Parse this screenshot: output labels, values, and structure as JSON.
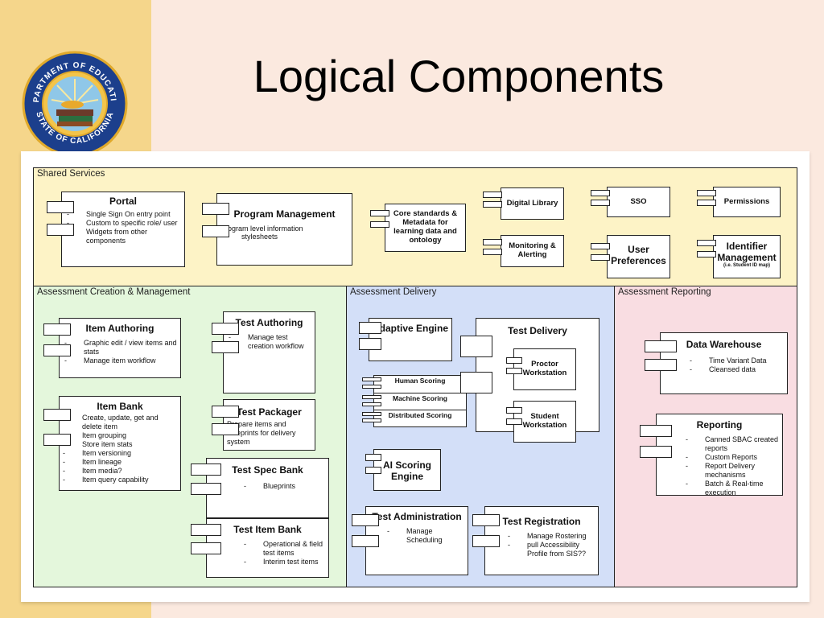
{
  "slide_title": "Logical Components",
  "seal": {
    "top_text": "DEPARTMENT OF EDUCATION",
    "bottom_text": "STATE OF CALIFORNIA"
  },
  "regions": {
    "shared": "Shared Services",
    "creation": "Assessment Creation & Management",
    "delivery": "Assessment Delivery",
    "reporting": "Assessment Reporting"
  },
  "shared": {
    "portal": {
      "title": "Portal",
      "items": [
        "Single Sign On entry point",
        "Custom to specific role/ user",
        "Widgets from other components"
      ]
    },
    "program": {
      "title": "Program Management",
      "desc": "Program level information",
      "items": [
        "stylesheets"
      ]
    },
    "core": {
      "title": "Core standards & Metadata for learning data and ontology"
    },
    "digital_library": "Digital Library",
    "monitoring": "Monitoring & Alerting",
    "sso": "SSO",
    "user_prefs": "User Preferences",
    "permissions": "Permissions",
    "identifier": {
      "title": "Identifier Management",
      "sub": "(i.e. Student ID map)"
    }
  },
  "creation": {
    "item_authoring": {
      "title": "Item Authoring",
      "items": [
        "Graphic edit / view items and stats",
        "Manage item workflow"
      ]
    },
    "test_authoring": {
      "title": "Test Authoring",
      "items": [
        "Manage test creation workflow"
      ]
    },
    "item_bank": {
      "title": "Item Bank",
      "items": [
        "Create, update, get and delete item",
        "Item grouping",
        "Store item stats",
        "Item versioning",
        "Item lineage",
        "Item media?",
        "Item query capability"
      ]
    },
    "test_packager": {
      "title": "Test Packager",
      "desc": "Prepare items and blueprints for delivery system"
    },
    "test_spec_bank": {
      "title": "Test Spec Bank",
      "items": [
        "Blueprints"
      ]
    },
    "test_item_bank": {
      "title": "Test Item Bank",
      "items": [
        "Operational & field test items",
        "Interim test items"
      ]
    }
  },
  "delivery": {
    "adaptive": "Adaptive Engine",
    "human_scoring": "Human Scoring",
    "machine_scoring": "Machine Scoring",
    "distributed_scoring": "Distributed Scoring",
    "ai_scoring": "AI Scoring Engine",
    "test_delivery": "Test Delivery",
    "proctor": "Proctor Workstation",
    "student": "Student Workstation",
    "test_admin": {
      "title": "Test Administration",
      "items": [
        "Manage Scheduling"
      ]
    },
    "test_reg": {
      "title": "Test Registration",
      "items": [
        "Manage Rostering",
        "pull Accessibility Profile from SIS??"
      ]
    }
  },
  "reporting": {
    "warehouse": {
      "title": "Data Warehouse",
      "items": [
        "Time Variant Data",
        "Cleansed data"
      ]
    },
    "reporting": {
      "title": "Reporting",
      "items": [
        "Canned SBAC created reports",
        "Custom Reports",
        "Report Delivery mechanisms",
        "Batch & Real-time execution"
      ]
    }
  },
  "colors": {
    "shared": "#fdf3c6",
    "creation": "#e4f7dc",
    "delivery": "#d3dff8",
    "reporting": "#f9dde2",
    "leftbar": "#f5d68b",
    "slide_bg": "#fbe9df"
  }
}
